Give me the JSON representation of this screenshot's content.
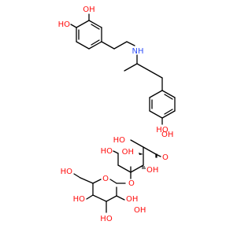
{
  "colors": {
    "bond": "#000000",
    "oxygen": "#ff0d0d",
    "nitrogen": "#3050f8",
    "background": "#ffffff"
  },
  "atoms": {
    "oh_a1": "OH",
    "oh_a2": "HO",
    "nh": "NH",
    "oh_a3": "HO",
    "oh_g_ch2": "HO",
    "oh_acid": "OH",
    "o_carbonyl": "O",
    "oh_c2": "OH",
    "oh_c3": "OH",
    "oh_c4": "HO",
    "o_ether": "O",
    "o_ring": "O",
    "oh_hm": "HO",
    "oh_r1": "HO",
    "oh_r2": "HO",
    "oh_r3": "OH",
    "oh_r4": "OH"
  }
}
